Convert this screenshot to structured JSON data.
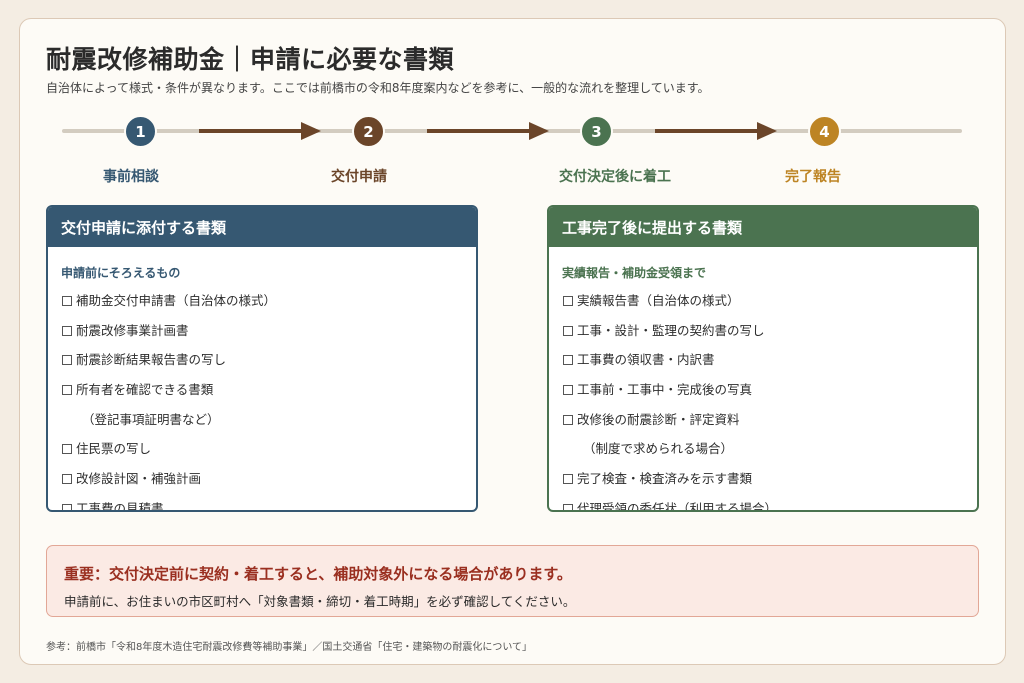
{
  "header": {
    "title": "耐震改修補助金｜申請に必要な書類",
    "subtitle": "自治体によって様式・条件が異なります。ここでは前橋市の令和8年度案内などを参考に、一般的な流れを整理しています。"
  },
  "steps": [
    {
      "number": "1",
      "label": "事前相談",
      "color": "#365872"
    },
    {
      "number": "2",
      "label": "交付申請",
      "color": "#6b4529"
    },
    {
      "number": "3",
      "label": "交付決定後に着工",
      "color": "#4b7350"
    },
    {
      "number": "4",
      "label": "完了報告",
      "color": "#bd8424"
    }
  ],
  "colors": {
    "arrow": "#6b4529",
    "track": "#d3ccc0",
    "panel_left": "#365872",
    "panel_right": "#4b7350",
    "notice_title": "#9a2f20"
  },
  "panels": {
    "left": {
      "title": "交付申請に添付する書類",
      "subtitle": "申請前にそろえるもの",
      "items": [
        {
          "text": "補助金交付申請書（自治体の様式）",
          "checkbox": true
        },
        {
          "text": "耐震改修事業計画書",
          "checkbox": true
        },
        {
          "text": "耐震診断結果報告書の写し",
          "checkbox": true
        },
        {
          "text": "所有者を確認できる書類",
          "checkbox": true
        },
        {
          "text": "（登記事項証明書など）",
          "checkbox": false
        },
        {
          "text": "住民票の写し",
          "checkbox": true
        },
        {
          "text": "改修設計図・補強計画",
          "checkbox": true
        },
        {
          "text": "工事費の見積書",
          "checkbox": true
        }
      ]
    },
    "right": {
      "title": "工事完了後に提出する書類",
      "subtitle": "実績報告・補助金受領まで",
      "items": [
        {
          "text": "実績報告書（自治体の様式）",
          "checkbox": true
        },
        {
          "text": "工事・設計・監理の契約書の写し",
          "checkbox": true
        },
        {
          "text": "工事費の領収書・内訳書",
          "checkbox": true
        },
        {
          "text": "工事前・工事中・完成後の写真",
          "checkbox": true
        },
        {
          "text": "改修後の耐震診断・評定資料",
          "checkbox": true
        },
        {
          "text": "（制度で求められる場合）",
          "checkbox": false
        },
        {
          "text": "完了検査・検査済みを示す書類",
          "checkbox": true
        },
        {
          "text": "代理受領の委任状（利用する場合）",
          "checkbox": true
        }
      ]
    }
  },
  "notice": {
    "title": "重要：交付決定前に契約・着工すると、補助対象外になる場合があります。",
    "body": "申請前に、お住まいの市区町村へ「対象書類・締切・着工時期」を必ず確認してください。"
  },
  "reference": "参考：前橋市「令和8年度木造住宅耐震改修費等補助事業」／国土交通省「住宅・建築物の耐震化について」"
}
